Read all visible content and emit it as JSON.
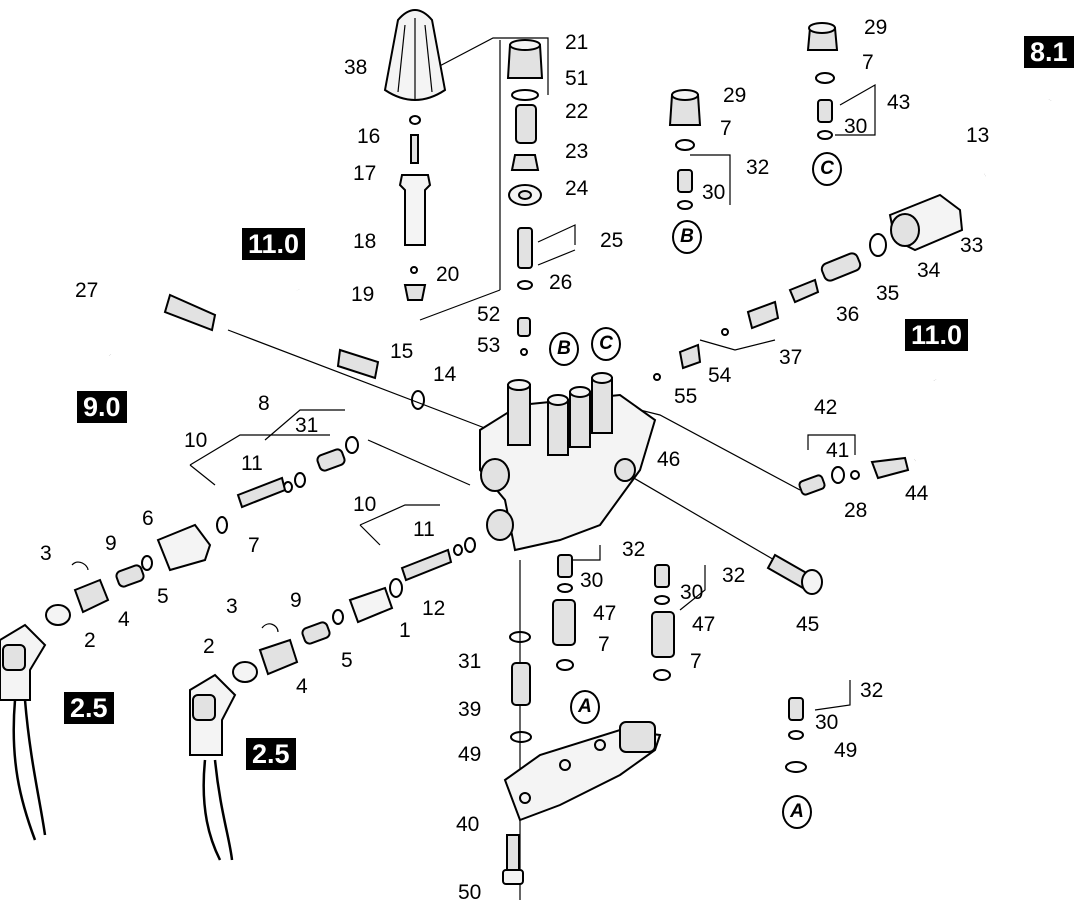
{
  "reference_tags": {
    "tag_8_1": "8.1",
    "tag_11_0_left": "11.0",
    "tag_11_0_right": "11.0",
    "tag_9_0": "9.0",
    "tag_2_5_left": "2.5",
    "tag_2_5_right": "2.5"
  },
  "circle_marks": {
    "b_manifold": "B",
    "c_manifold": "C",
    "b_top": "B",
    "c_top": "C",
    "a_bottom": "A",
    "a_right": "A"
  },
  "part_numbers": {
    "n38": "38",
    "n21": "21",
    "n51": "51",
    "n22": "22",
    "n23": "23",
    "n24": "24",
    "n25": "25",
    "n26": "26",
    "n52": "52",
    "n53": "53",
    "n16": "16",
    "n17": "17",
    "n18": "18",
    "n19": "19",
    "n20": "20",
    "n29a": "29",
    "n7a": "7",
    "n32a": "32",
    "n30a": "30",
    "n29b": "29",
    "n7b": "7",
    "n43": "43",
    "n30b": "30",
    "n13": "13",
    "n33": "33",
    "n34": "34",
    "n35": "35",
    "n36": "36",
    "n37": "37",
    "n54": "54",
    "n55": "55",
    "n15": "15",
    "n14": "14",
    "n27": "27",
    "n8": "8",
    "n31a": "31",
    "n10a": "10",
    "n11a": "11",
    "n6": "6",
    "n7c": "7",
    "n3a": "3",
    "n9a": "9",
    "n5a": "5",
    "n4a": "4",
    "n2a": "2",
    "n10b": "10",
    "n11b": "11",
    "n12": "12",
    "n1": "1",
    "n3b": "3",
    "n9b": "9",
    "n5b": "5",
    "n2b": "2",
    "n4b": "4",
    "n46": "46",
    "n42": "42",
    "n41": "41",
    "n28": "28",
    "n44": "44",
    "n45": "45",
    "n32b": "32",
    "n30c": "30",
    "n47a": "47",
    "n32c": "32",
    "n30d": "30",
    "n47b": "47",
    "n31b": "31",
    "n7d": "7",
    "n7e": "7",
    "n39": "39",
    "n49a": "49",
    "n40": "40",
    "n50": "50",
    "n32d": "32",
    "n30e": "30",
    "n49b": "49"
  }
}
